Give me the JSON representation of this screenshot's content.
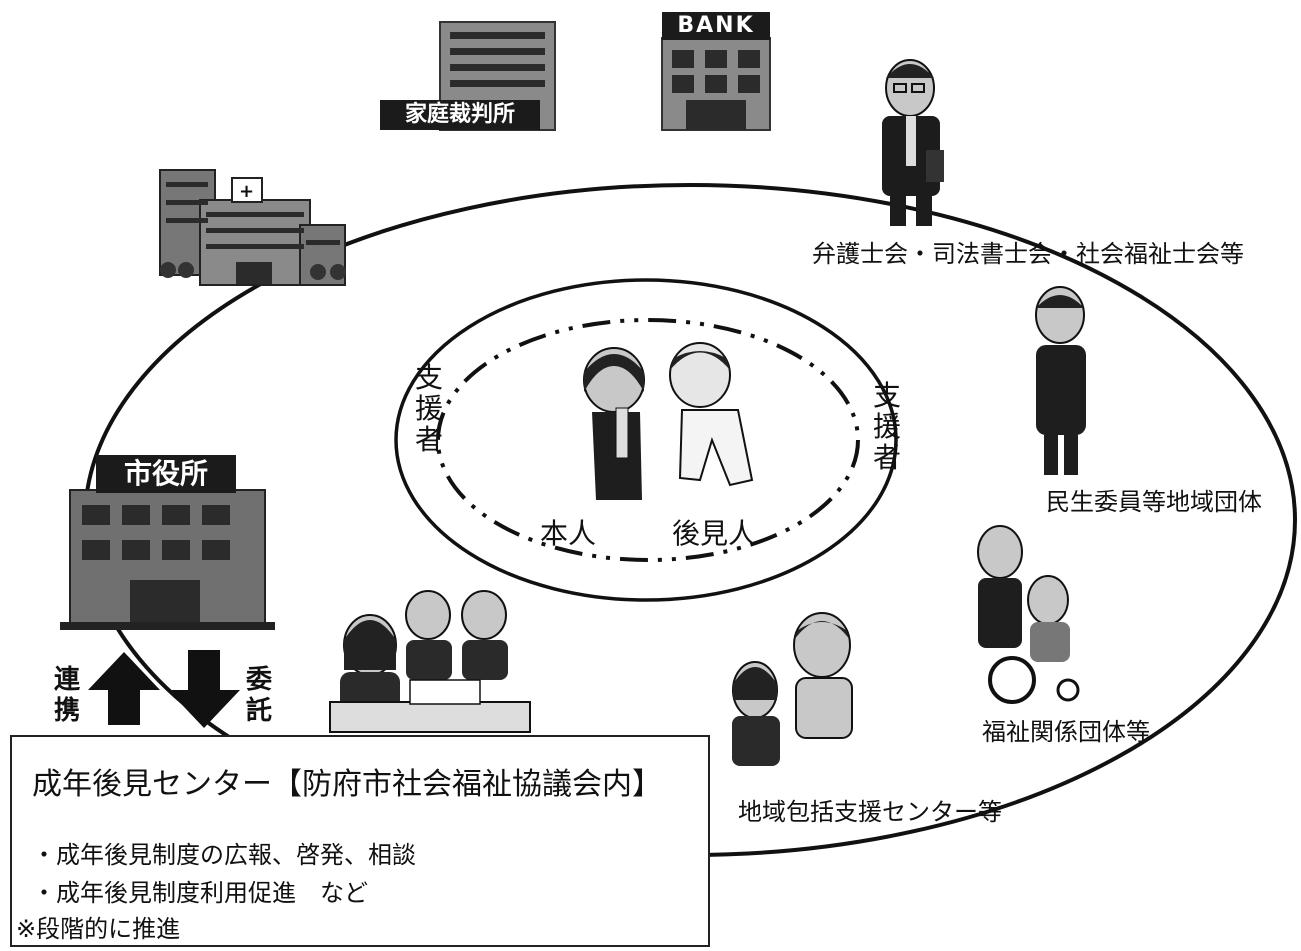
{
  "signs": {
    "court": "家庭裁判所",
    "bank": "BANK",
    "city_hall": "市役所"
  },
  "center": {
    "principal": "本人",
    "guardian": "後見人",
    "supporter_left": "支援者",
    "supporter_right": "支援者"
  },
  "orgs": {
    "legal_professionals": "弁護士会・司法書士会・社会福祉士会等",
    "local_groups": "民生委員等地域団体",
    "welfare_groups": "福祉関係団体等",
    "community_center": "地域包括支援センター等"
  },
  "arrows": {
    "cooperation": "連携",
    "entrustment": "委託"
  },
  "info_box": {
    "title": "成年後見センター【防府市社会福祉協議会内】",
    "items": [
      "・成年後見制度の広報、啓発、相談",
      "・成年後見制度利用促進　など",
      "※段階的に推進"
    ]
  }
}
